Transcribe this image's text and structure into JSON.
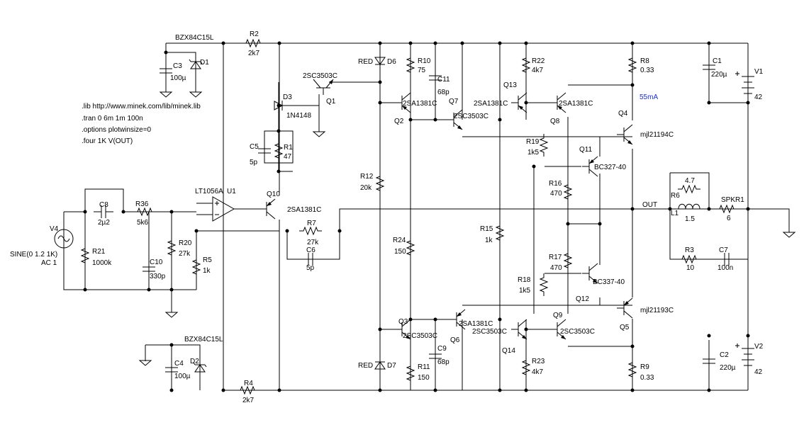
{
  "directives": [
    ".lib http://www.minek.com/lib/minek.lib",
    ".tran 0 6m 1m 100n",
    ".options plotwinsize=0",
    ".four 1K V(OUT)"
  ],
  "source": {
    "name": "V4",
    "value": "SINE(0 1.2 1K)",
    "ac": "AC 1"
  },
  "net_out": "OUT",
  "current_note": "55mA",
  "opamp": {
    "model": "LT1056A",
    "ref": "U1"
  },
  "speaker": {
    "ref": "SPKR1",
    "value": "6"
  },
  "supplies": [
    {
      "ref": "V1",
      "value": "42"
    },
    {
      "ref": "V2",
      "value": "42"
    }
  ],
  "resistors": [
    {
      "ref": "R2",
      "value": "2k7"
    },
    {
      "ref": "R4",
      "value": "2k7"
    },
    {
      "ref": "R1",
      "value": "47"
    },
    {
      "ref": "R10",
      "value": "75"
    },
    {
      "ref": "R22",
      "value": "4k7"
    },
    {
      "ref": "R8",
      "value": "0.33"
    },
    {
      "ref": "R19",
      "value": "1k5"
    },
    {
      "ref": "R12",
      "value": "20k"
    },
    {
      "ref": "R16",
      "value": "470"
    },
    {
      "ref": "R36",
      "value": "5k6"
    },
    {
      "ref": "R21",
      "value": "1000k"
    },
    {
      "ref": "R20",
      "value": "27k"
    },
    {
      "ref": "R5",
      "value": "1k"
    },
    {
      "ref": "R7",
      "value": "27k"
    },
    {
      "ref": "R24",
      "value": "150"
    },
    {
      "ref": "R15",
      "value": "1k"
    },
    {
      "ref": "R17",
      "value": "470"
    },
    {
      "ref": "R18",
      "value": "1k5"
    },
    {
      "ref": "R11",
      "value": "150"
    },
    {
      "ref": "R23",
      "value": "4k7"
    },
    {
      "ref": "R9",
      "value": "0.33"
    },
    {
      "ref": "R6",
      "value": "4.7"
    },
    {
      "ref": "R3",
      "value": "10"
    }
  ],
  "capacitors": [
    {
      "ref": "C3",
      "value": "100µ"
    },
    {
      "ref": "C11",
      "value": "68p"
    },
    {
      "ref": "C5",
      "value": "5p"
    },
    {
      "ref": "C8",
      "value": "2µ2"
    },
    {
      "ref": "C10",
      "value": "330p"
    },
    {
      "ref": "C6",
      "value": "5p"
    },
    {
      "ref": "C9",
      "value": "68p"
    },
    {
      "ref": "C4",
      "value": "100µ"
    },
    {
      "ref": "C1",
      "value": "220µ"
    },
    {
      "ref": "C2",
      "value": "220µ"
    },
    {
      "ref": "C7",
      "value": "100n"
    }
  ],
  "diodes": [
    {
      "ref": "D1",
      "model": "BZX84C15L"
    },
    {
      "ref": "D2",
      "model": "BZX84C15L"
    },
    {
      "ref": "D3",
      "model": "1N4148"
    },
    {
      "ref": "D6",
      "model": "RED"
    },
    {
      "ref": "D7",
      "model": "RED"
    }
  ],
  "inductor": {
    "ref": "L1",
    "value": "1.5"
  },
  "transistors": [
    {
      "ref": "Q1",
      "model": "2SC3503C"
    },
    {
      "ref": "Q10",
      "model": "2SA1381C"
    },
    {
      "ref": "Q2",
      "model": "2SA1381C"
    },
    {
      "ref": "Q7",
      "model": "2SC3503C"
    },
    {
      "ref": "Q13",
      "model": "2SA1381C"
    },
    {
      "ref": "Q8",
      "model": "2SA1381C"
    },
    {
      "ref": "Q4",
      "model": "mjl21194C"
    },
    {
      "ref": "Q11",
      "model": "BC327-40"
    },
    {
      "ref": "Q12",
      "model": "BC337-40"
    },
    {
      "ref": "Q5",
      "model": "mjl21193C"
    },
    {
      "ref": "Q3",
      "model": "2SC3503C"
    },
    {
      "ref": "Q6",
      "model": "2SA1381C"
    },
    {
      "ref": "Q14",
      "model": "2SC3503C"
    },
    {
      "ref": "Q9",
      "model": "2SC3503C"
    }
  ]
}
